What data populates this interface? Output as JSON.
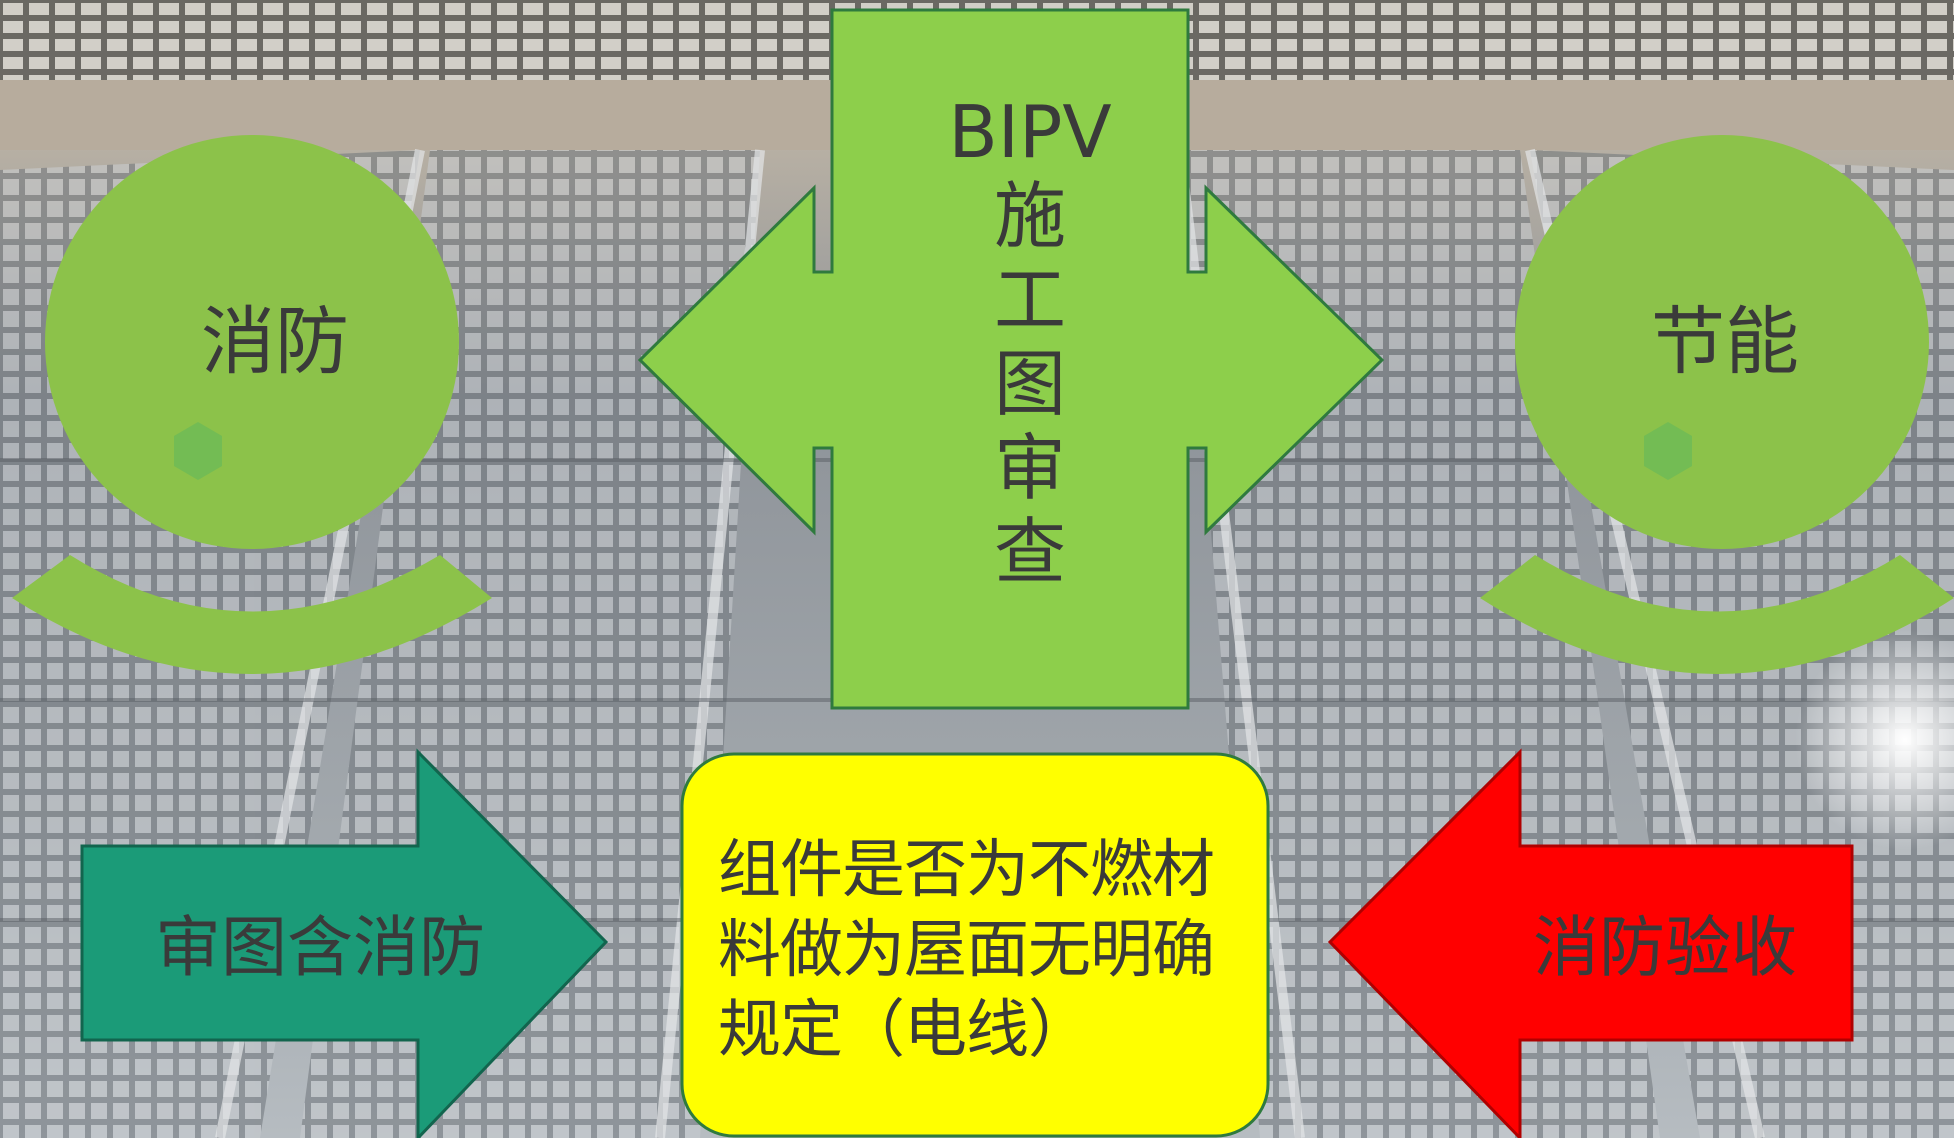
{
  "center": {
    "title_lines": [
      "BIPV",
      "施",
      "工",
      "图",
      "审",
      "查"
    ]
  },
  "left_circle": {
    "label": "消防"
  },
  "right_circle": {
    "label": "节能"
  },
  "left_arrow": {
    "label": "审图含消防"
  },
  "right_arrow": {
    "label": "消防验收"
  },
  "center_box": {
    "lines": [
      "组件是否为不燃材",
      "料做为屋面无明确",
      "规定（电线）"
    ]
  },
  "colors": {
    "green_light": "#8dcf4b",
    "green_circle": "#8cc24a",
    "teal": "#1b9b78",
    "red": "#ff0000",
    "yellow": "#ffff00",
    "text": "#3a3a3a"
  }
}
